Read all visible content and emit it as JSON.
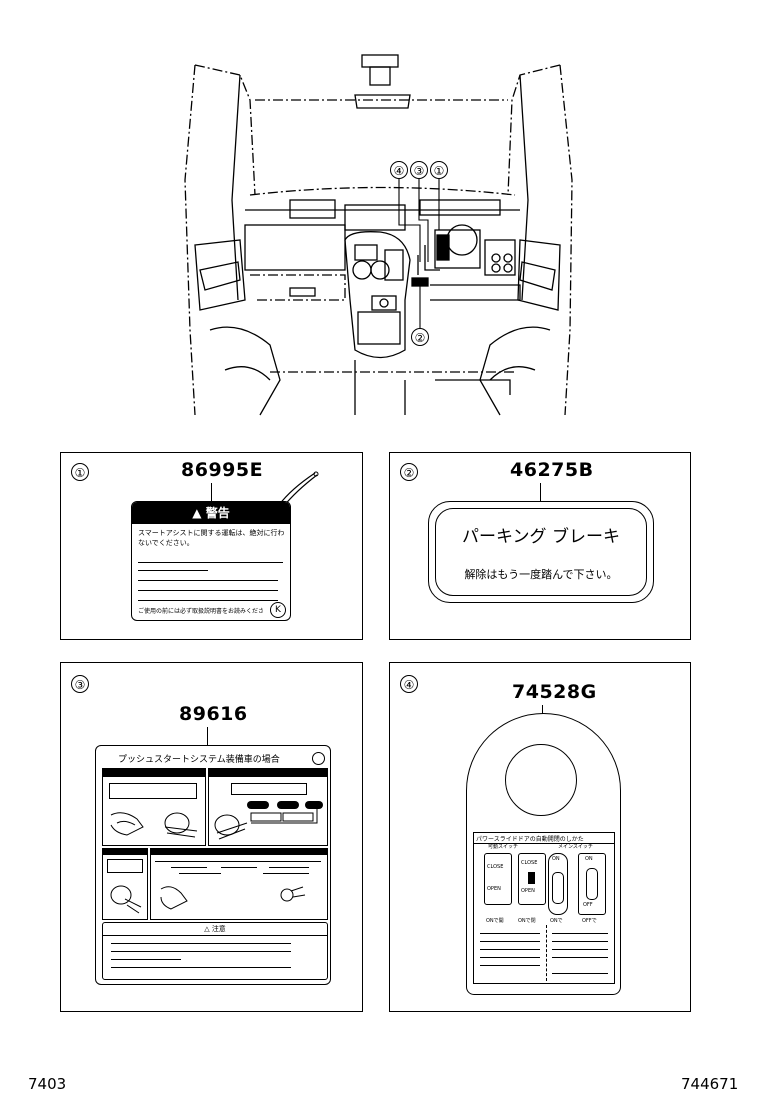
{
  "callouts": {
    "c1": "①",
    "c2": "②",
    "c3": "③",
    "c4": "④"
  },
  "panels": [
    {
      "index": "①",
      "part_number": "86995E",
      "label": {
        "warning_word": "警告",
        "body_text": "スマートアシストに関する運転は、絶対に行わないでください。",
        "bottom_text": "ご使用の前には必ず取扱説明書をお読みください"
      }
    },
    {
      "index": "②",
      "part_number": "46275B",
      "label": {
        "main_text": "パーキング ブレーキ",
        "sub_text": "解除はもう一度踏んで下さい。"
      }
    },
    {
      "index": "③",
      "part_number": "89616",
      "label": {
        "title_text": "プッシュスタートシステム装備車の場合",
        "caution_word": "注意"
      }
    },
    {
      "index": "④",
      "part_number": "74528G",
      "label": {
        "title_text": "パワースライドドアの自動開閉のしかた",
        "left_header": "可動スイッチ",
        "right_header": "メインスイッチ",
        "switch1": [
          "OPEN",
          "CLOSE"
        ],
        "switch2": [
          "CLOSE",
          "OPEN"
        ],
        "switch3": "ON",
        "switch4": [
          "ON",
          "OFF"
        ],
        "bottom1": "ONで開",
        "bottom2": "ONで閉",
        "bottom3": "ONで",
        "bottom4": "OFFで"
      }
    }
  ],
  "footer": {
    "left_code": "7403",
    "right_code": "744671"
  }
}
